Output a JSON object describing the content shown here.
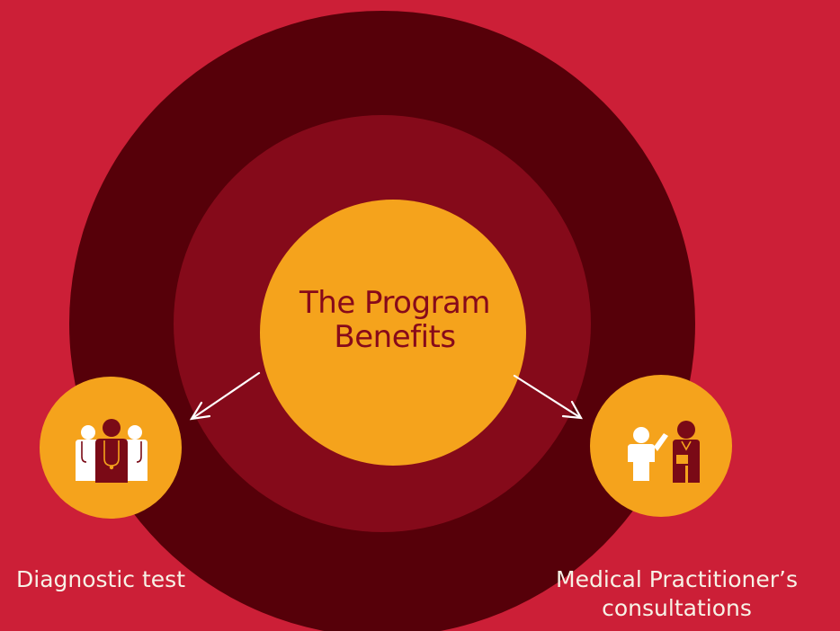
{
  "colors": {
    "background": "#cc1f37",
    "outer_ring": "#560009",
    "middle_ring": "#850a1a",
    "core": "#f5a31c",
    "title_text": "#870a1a",
    "label_text": "#f7f2e6",
    "icon_dark": "#7a0a16",
    "icon_light": "#ffffff"
  },
  "center": {
    "title_line1": "The Program",
    "title_line2": "Benefits"
  },
  "benefits": [
    {
      "label": "Diagnostic test",
      "icon": "medical-team-icon"
    },
    {
      "label_line1": "Medical Practitioner’s",
      "label_line2": "consultations",
      "icon": "doctor-patient-consultation-icon"
    }
  ]
}
